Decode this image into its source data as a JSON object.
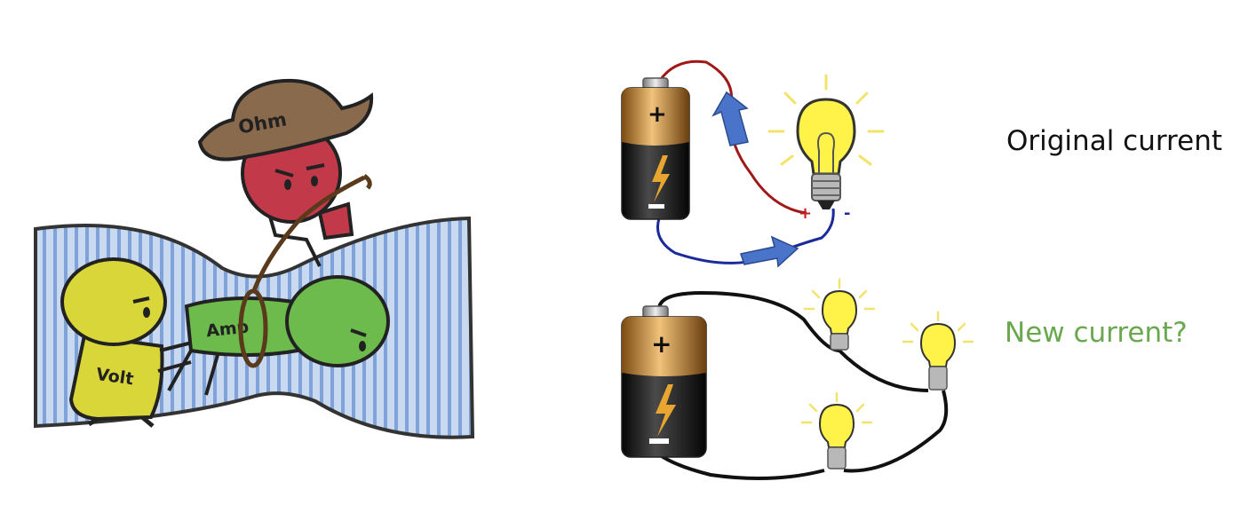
{
  "cartoon": {
    "resistor_label": "Ohm",
    "voltage_label": "Volt",
    "current_label": "Amp",
    "colors": {
      "ohm": "#c23a4a",
      "volt": "#d9d63a",
      "amp": "#6cbb4c",
      "hat": "#8a6a4c"
    }
  },
  "circuits": {
    "original": {
      "caption": "Original current",
      "bulb_positive_terminal": "+",
      "bulb_negative_terminal": "-",
      "battery_positive_symbol": "+",
      "battery_negative_symbol": "−"
    },
    "new": {
      "caption": "New current?",
      "caption_color": "#6aa84f",
      "bulb_count": 3
    }
  },
  "icons": [
    "battery-icon",
    "light-bulb-icon",
    "current-arrow-icon",
    "cowboy-hat-icon",
    "rope-icon"
  ]
}
